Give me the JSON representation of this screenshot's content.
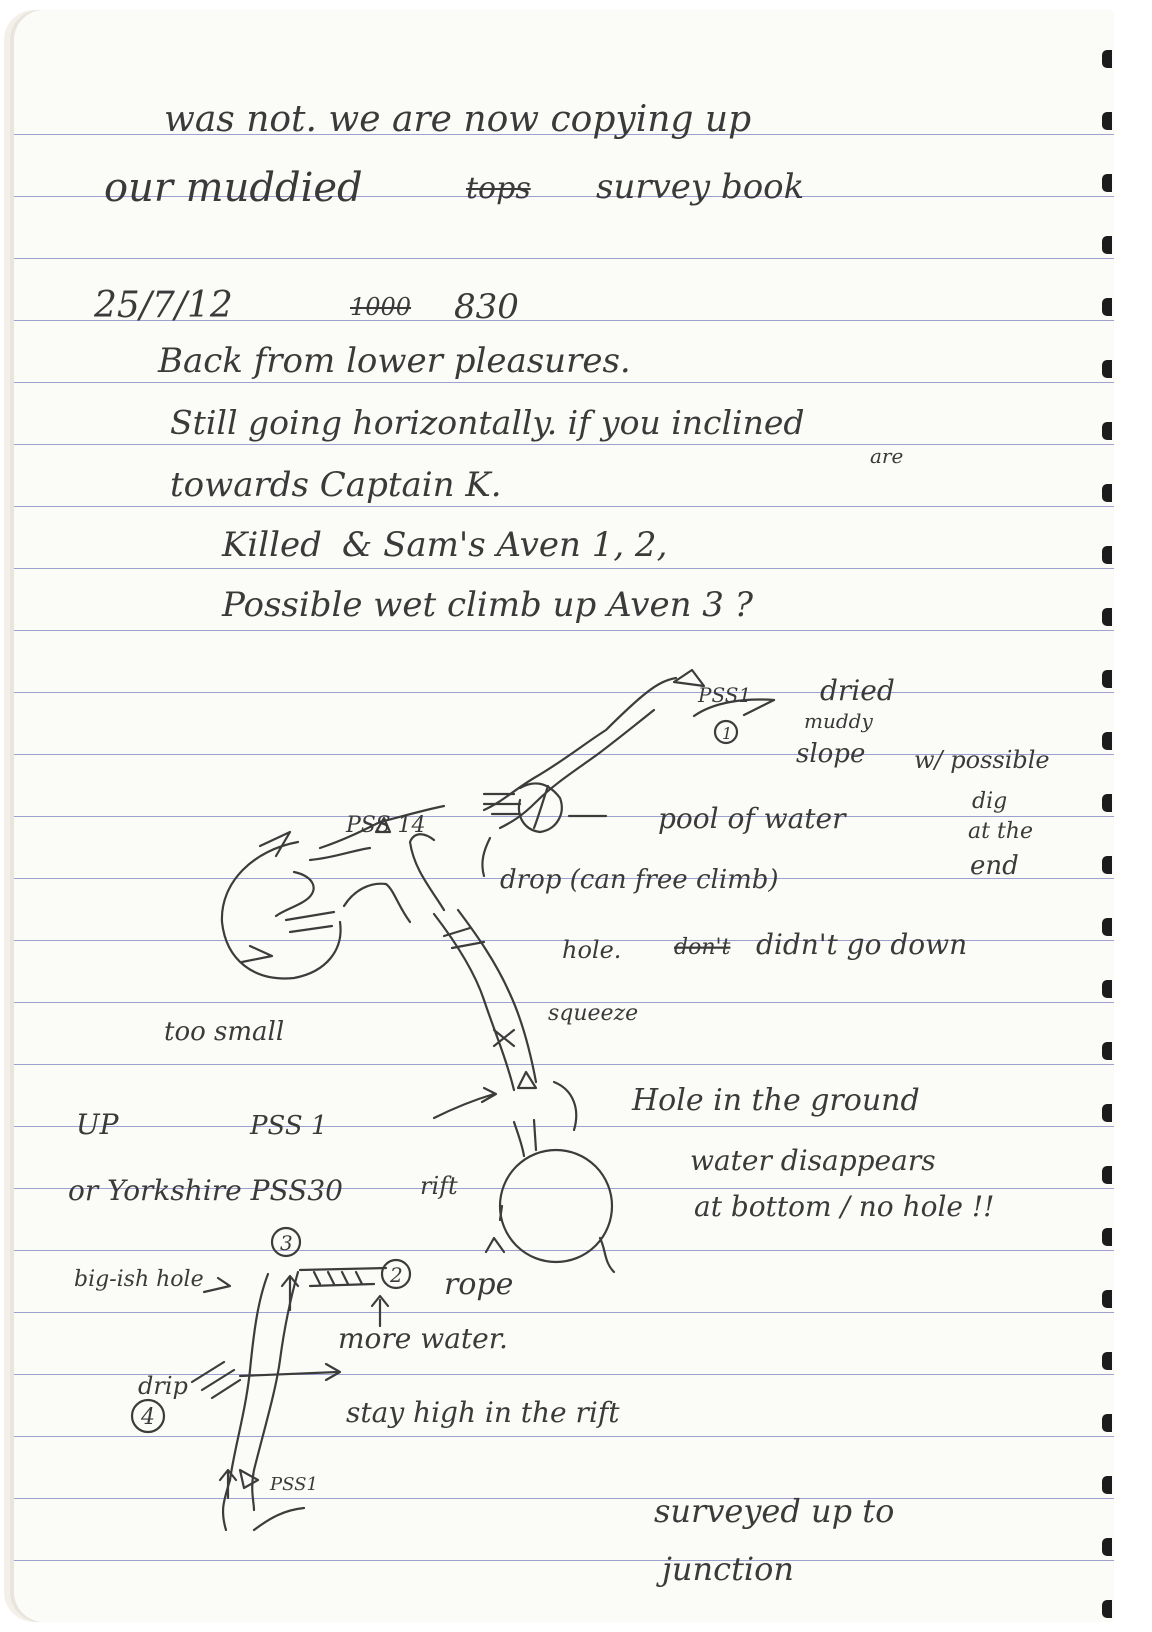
{
  "page": {
    "top_lines": [
      "was not. we are now copying up",
      "our muddied",
      "survey book"
    ],
    "struck_word": "tops",
    "date": "25/7/12",
    "struck_time": "1000",
    "time": "830",
    "entry": [
      "Back from lower pleasures.",
      "Still going horizontally. if you inclined",
      "are",
      "towards Captain K.",
      "Killed",
      "& Sam's Aven 1, 2,",
      "Possible wet climb up Aven 3 ?"
    ]
  },
  "sketch_labels": {
    "pss1_top": "PSS1",
    "dried": "dried",
    "muddy": "muddy",
    "one": "1",
    "slope": "slope",
    "w_possible": "w/ possible",
    "dig": "dig",
    "at_the": "at the",
    "end": "end",
    "pss14": "PSS 14",
    "pool_of_water": "pool of water",
    "drop": "drop (can free climb)",
    "hole": "hole.",
    "dont": "don't",
    "didnt_go_down": "didn't go down",
    "squeeze": "squeeze",
    "too_small": "too small",
    "up": "UP",
    "pss1_mid": "PSS 1",
    "hole_in_ground": "Hole in the ground",
    "water_disappears": "water disappears",
    "at_bottom": "at bottom / no hole !!",
    "or_yorkshire": "or Yorkshire PSS30",
    "rift": "rift",
    "three": "3",
    "two": "2",
    "rope": "rope",
    "big_ish_hole": "big-ish hole",
    "more_water": "more water.",
    "drip": "drip",
    "four": "4",
    "stay_high": "stay high in the rift",
    "pss1_bottom": "PSS1",
    "surveyed_up_to": "surveyed up to",
    "junction": "junction"
  },
  "colors": {
    "paper": "#fbfbf8",
    "rule": "#9ea0cf",
    "ink": "#3a3a3a",
    "perforation": "#1c1c1c"
  }
}
